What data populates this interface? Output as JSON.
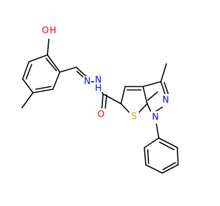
{
  "diagram": {
    "type": "chemical-structure",
    "atom_labels": {
      "hydroxyl_o": "O",
      "hydroxyl_h": "H",
      "hydrazone_n1": "N",
      "hydrazone_n2": "N",
      "amide_h": "H",
      "carbonyl_o": "O",
      "thiophene_s": "S",
      "pyrazole_n1": "N",
      "pyrazole_n2": "N"
    },
    "colors": {
      "oxygen": "#ff0000",
      "nitrogen": "#0000ff",
      "sulfur": "#c8a000",
      "bond": "#000000"
    }
  }
}
